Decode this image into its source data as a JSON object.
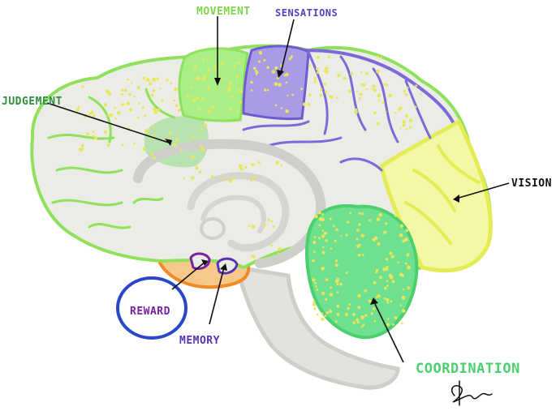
{
  "labels": {
    "movement": "MOVEMENT",
    "sensations": "SENSATIONS",
    "judgement": "JUDGEMENT",
    "vision": "VISION",
    "reward": "REWARD",
    "memory": "MEMORY",
    "coordination": "COORDINATION"
  },
  "colors": {
    "outline_frontal": "#8fe05a",
    "fill_brain": "#ececE6",
    "movement_fill": "#a9ee86",
    "movement_label": "#7fd64a",
    "sensation_fill": "#a99be6",
    "sensation_outline": "#6f5ad1",
    "sensation_label": "#5a3fc4",
    "judgement_fill": "#b8e3b0",
    "judgement_label": "#2f8f3f",
    "vision_fill": "#f4f7a3",
    "vision_outline": "#e4ec55",
    "cerebellum_fill": "#6fe08f",
    "cerebellum_label": "#4ccf6e",
    "reward_label": "#7a1fa3",
    "reward_circle": "#2a47c9",
    "memory_label": "#5a33b5",
    "orange": "#f6c98b",
    "orange_outline": "#f08a24",
    "dots": "#e8e65a",
    "stem": "#d9d9d4"
  }
}
